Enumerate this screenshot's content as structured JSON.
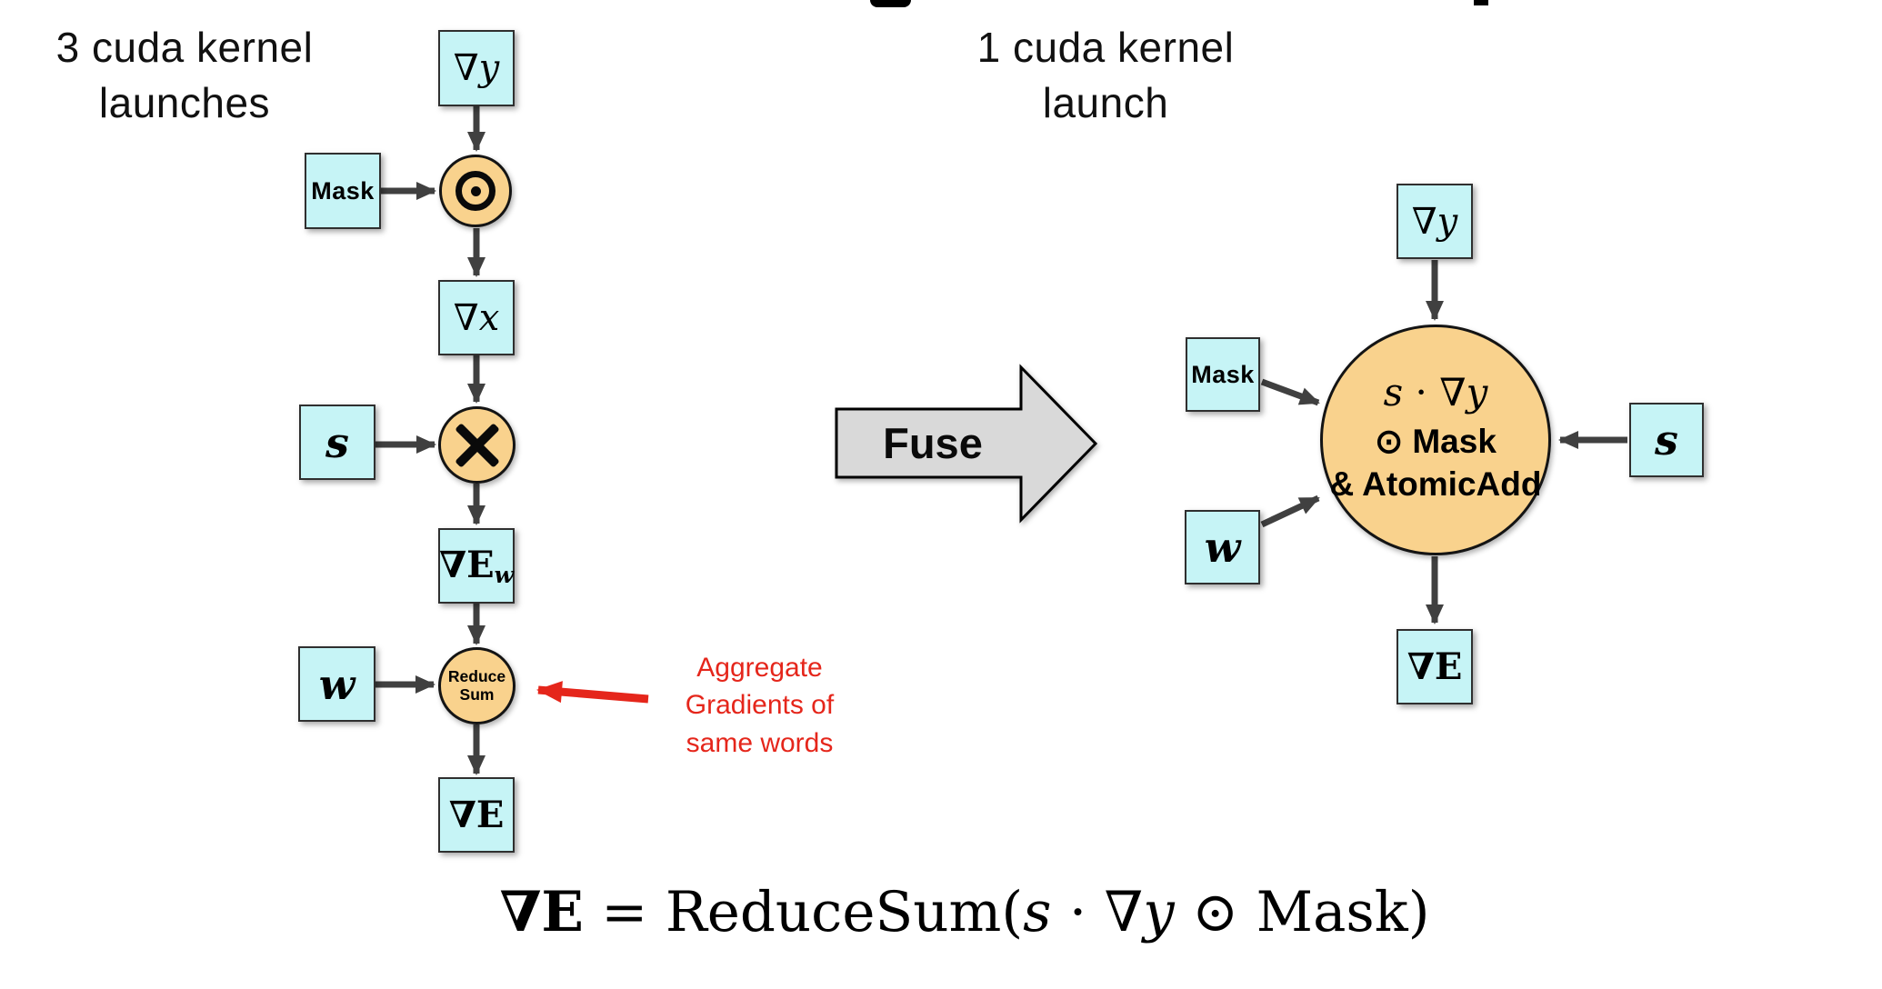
{
  "colors": {
    "box_fill": "#C6F4F6",
    "node_fill": "#F9D28D",
    "arrow_gray": "#404040",
    "fuse_fill": "#D9D9D9",
    "annotation_red": "#E5261B"
  },
  "left_panel": {
    "header": "3 cuda kernel\nlaunches",
    "boxes": {
      "grad_y": {
        "nabla": "∇",
        "var": "y"
      },
      "mask": {
        "label": "Mask"
      },
      "grad_x": {
        "nabla": "∇",
        "var": "x"
      },
      "s": {
        "var": "s"
      },
      "grad_ew": {
        "nabla": "∇",
        "var": "E",
        "sub": "w"
      },
      "w": {
        "var": "w"
      },
      "grad_e": {
        "nabla": "∇",
        "var": "E"
      }
    },
    "nodes": {
      "reduce_sum": "Reduce\nSum"
    }
  },
  "annotation": {
    "text": "Aggregate\nGradients of\nsame words"
  },
  "fuse": {
    "label": "Fuse"
  },
  "right_panel": {
    "header": "1 cuda kernel\nlaunch",
    "boxes": {
      "grad_y": {
        "nabla": "∇",
        "var": "y"
      },
      "mask": {
        "label": "Mask"
      },
      "s": {
        "var": "s"
      },
      "w": {
        "var": "w"
      },
      "grad_e": {
        "nabla": "∇",
        "var": "E"
      }
    },
    "kernel_node": {
      "line1_s": "s",
      "line1_dot": " · ",
      "line1_nabla": "∇",
      "line1_var": "y",
      "line2": "⊙ Mask",
      "line3": "& AtomicAdd"
    }
  },
  "formula": {
    "lhs": "∇E",
    "mid": " = ReduceSum(",
    "s": "s",
    "dot": " · ",
    "nabla": "∇",
    "y": "y",
    "sp": " ",
    "odot": "⊙",
    "post": " Mask)"
  }
}
